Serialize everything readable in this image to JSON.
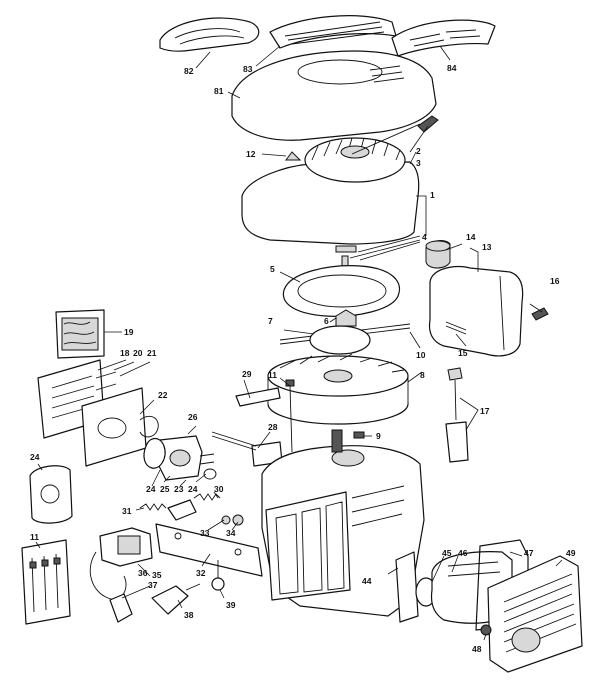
{
  "part_numbers": {
    "p1": "1",
    "p2": "2",
    "p3": "3",
    "p4": "4",
    "p5": "5",
    "p6": "6",
    "p7": "7",
    "p8": "8",
    "p9": "9",
    "p10": "10",
    "p11a": "11",
    "p11b": "11",
    "p12": "12",
    "p13": "13",
    "p14": "14",
    "p15": "15",
    "p16": "16",
    "p17": "17",
    "p18": "18",
    "p19": "19",
    "p20": "20",
    "p21": "21",
    "p22": "22",
    "p23": "23",
    "p24a": "24",
    "p24b": "24",
    "p24c": "24",
    "p25": "25",
    "p26": "26",
    "p28": "28",
    "p29": "29",
    "p30": "30",
    "p31": "31",
    "p32": "32",
    "p33": "33",
    "p34": "34",
    "p35": "35",
    "p36": "36",
    "p37": "37",
    "p38": "38",
    "p39": "39",
    "p44": "44",
    "p45": "45",
    "p46": "46",
    "p47": "47",
    "p48": "48",
    "p49": "49",
    "p81": "81",
    "p82": "82",
    "p83": "83",
    "p84": "84"
  }
}
